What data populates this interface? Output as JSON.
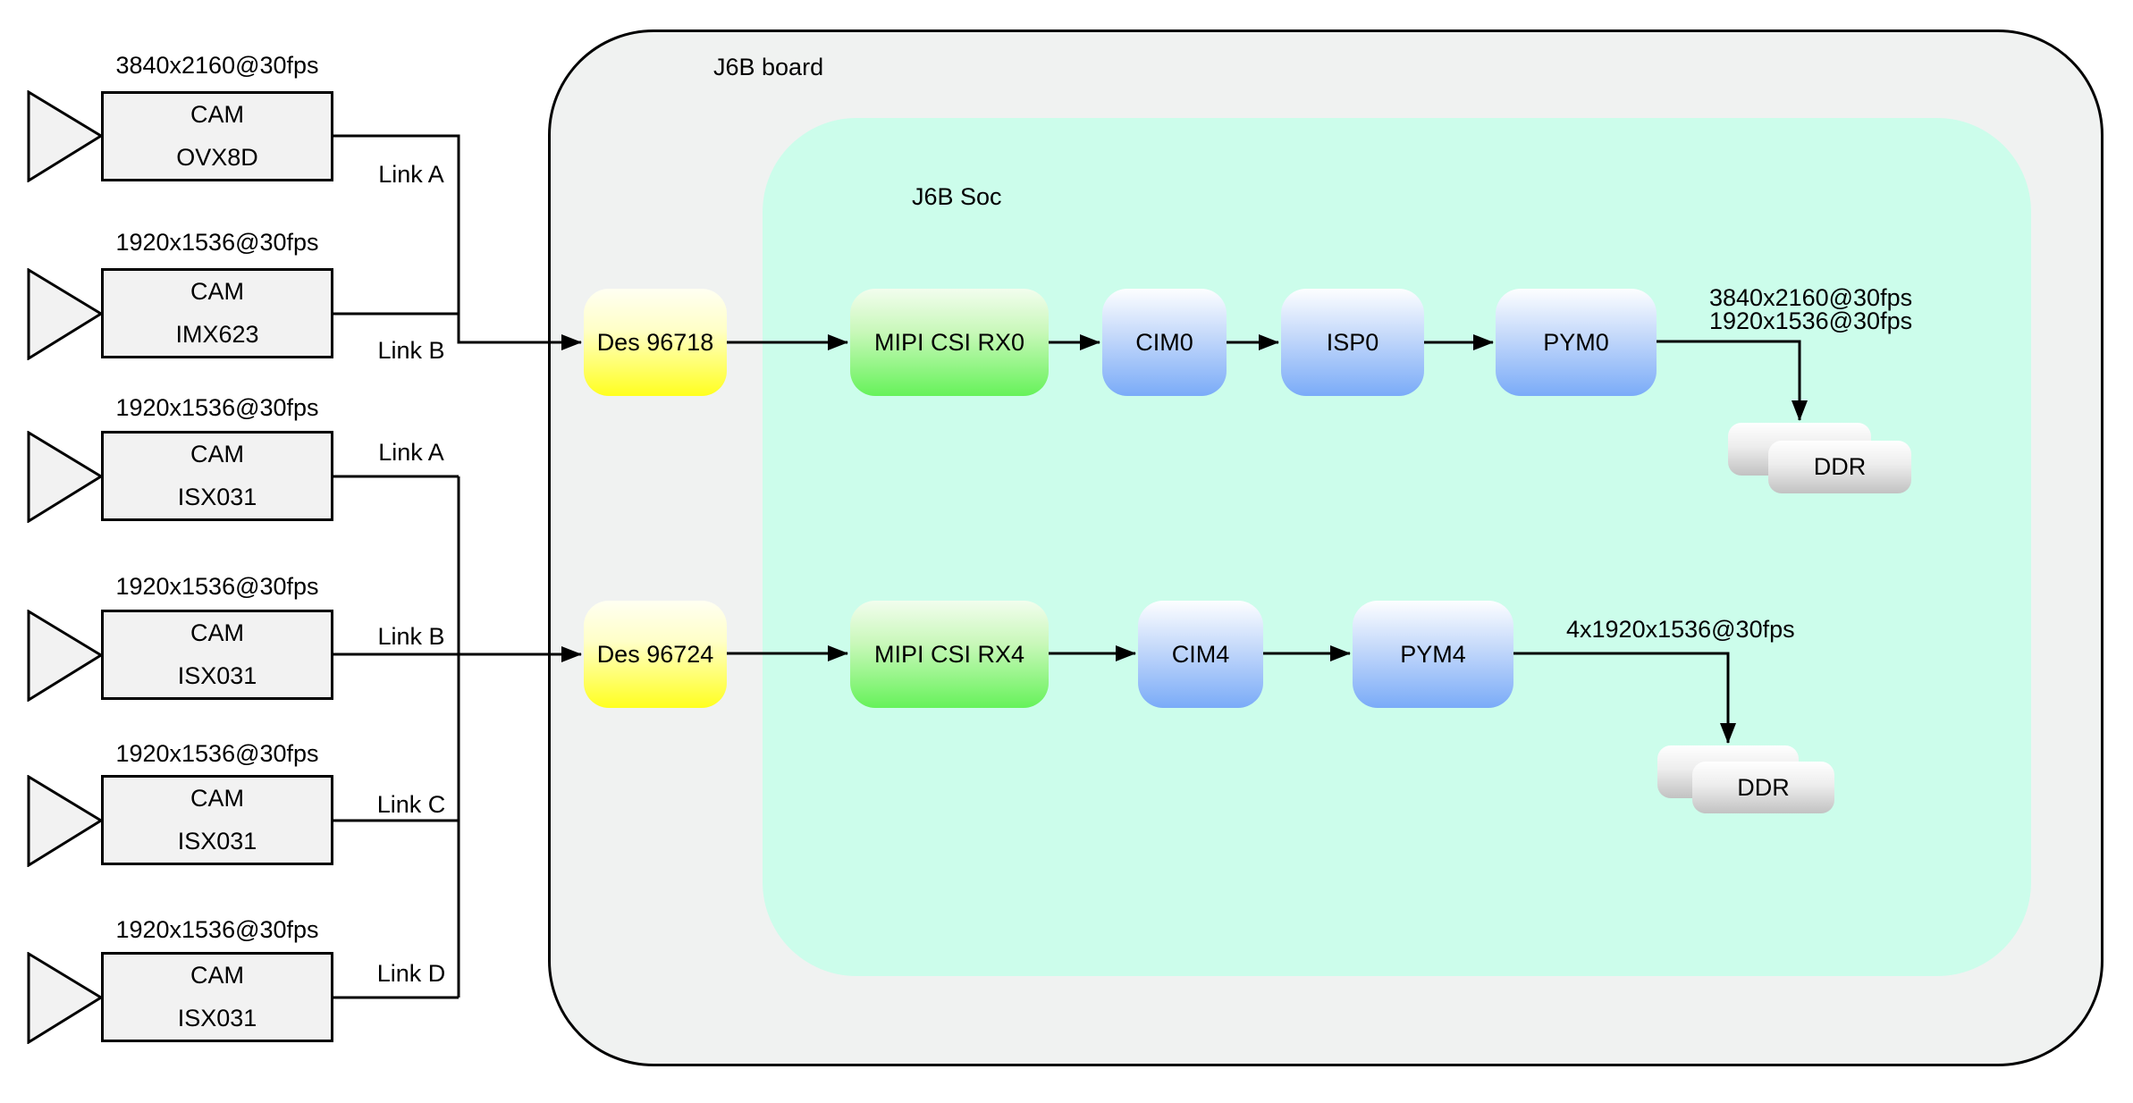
{
  "board": {
    "label": "J6B board"
  },
  "soc": {
    "label": "J6B Soc"
  },
  "cameras": [
    {
      "resolution": "3840x2160@30fps",
      "type": "CAM",
      "model": "OVX8D",
      "link": "Link A"
    },
    {
      "resolution": "1920x1536@30fps",
      "type": "CAM",
      "model": "IMX623",
      "link": "Link B"
    },
    {
      "resolution": "1920x1536@30fps",
      "type": "CAM",
      "model": "ISX031",
      "link": "Link A"
    },
    {
      "resolution": "1920x1536@30fps",
      "type": "CAM",
      "model": "ISX031",
      "link": "Link B"
    },
    {
      "resolution": "1920x1536@30fps",
      "type": "CAM",
      "model": "ISX031",
      "link": "Link C"
    },
    {
      "resolution": "1920x1536@30fps",
      "type": "CAM",
      "model": "ISX031",
      "link": "Link D"
    }
  ],
  "row1": {
    "des": "Des 96718",
    "mipi": "MIPI CSI RX0",
    "cim": "CIM0",
    "isp": "ISP0",
    "pym": "PYM0",
    "out1": "3840x2160@30fps",
    "out2": "1920x1536@30fps",
    "ddr": "DDR"
  },
  "row2": {
    "des": "Des 96724",
    "mipi": "MIPI CSI RX4",
    "cim": "CIM4",
    "pym": "PYM4",
    "out1": "4x1920x1536@30fps",
    "ddr": "DDR"
  },
  "colors": {
    "board_fill": "#f0f2f1",
    "soc_fill": "#ccfdeb",
    "deserializer_fill": "#ffff1f",
    "mipi_fill": "#66f25a",
    "processing_fill": "#7aabf8",
    "ddr_fill": "#c2c2c2",
    "camera_fill": "#f2f2f2",
    "wire": "#000000"
  }
}
